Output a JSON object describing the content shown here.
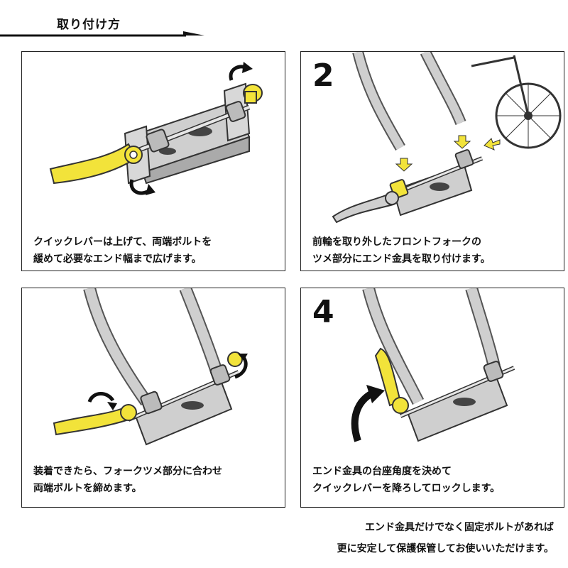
{
  "header": {
    "title": "取り付け方"
  },
  "steps": [
    {
      "number": "",
      "caption_lines": [
        "クイックレバーは上げて、両端ボルトを",
        "緩めて必要なエンド幅まで広げます。"
      ]
    },
    {
      "number": "2",
      "caption_lines": [
        "前輪を取り外したフロントフォークの",
        "ツメ部分にエンド金具を取り付けます。"
      ]
    },
    {
      "number": "",
      "caption_lines": [
        "装着できたら、フォークツメ部分に合わせ",
        "両端ボルトを締めます。"
      ]
    },
    {
      "number": "4",
      "caption_lines": [
        "エンド金具の台座角度を決めて",
        "クイックレバーを降ろしてロックします。"
      ]
    }
  ],
  "note": {
    "lines": [
      "エンド金具だけでなく固定ボルトがあれば",
      "更に安定して保護保管してお使いいただけます。"
    ]
  },
  "colors": {
    "lever": "#f2e33a",
    "metal": "#c9c9c9",
    "outline": "#333333",
    "arrow": "#111111"
  }
}
